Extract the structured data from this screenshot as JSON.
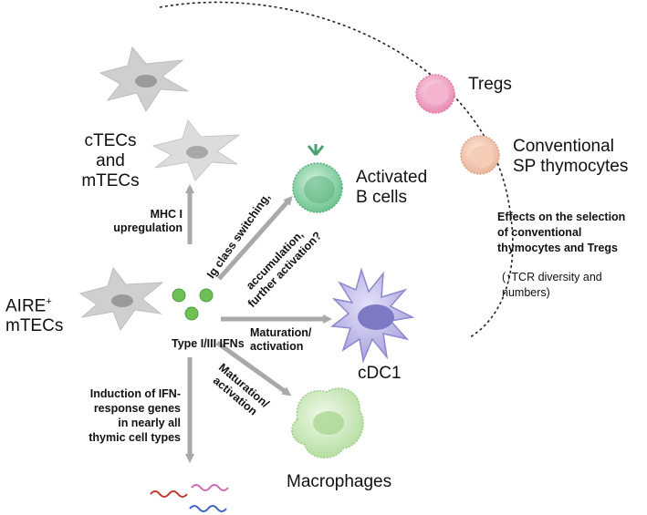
{
  "cells": {
    "tecs_label": [
      "cTECs",
      "and",
      "mTECs"
    ],
    "aire_label": "AIRE",
    "aire_sup": "+",
    "aire_label2": "mTECs",
    "tregs_label": "Tregs",
    "conv_label": [
      "Conventional",
      "SP thymocytes"
    ],
    "bcell_label": [
      "Activated",
      "B cells"
    ],
    "cdc1_label": "cDC1",
    "macro_label": "Macrophages"
  },
  "arrows": {
    "mhc_label": [
      "MHC I",
      "upregulation"
    ],
    "ifn_label": "Type I/III IFNs",
    "ig_label": "Ig class switching,",
    "accum_label": [
      "accumulation,",
      "further activation?"
    ],
    "cdc_label": [
      "Maturation/",
      "activation"
    ],
    "macro_arrow_label": [
      "Maturation/",
      "activation"
    ],
    "ifn_response_label": [
      "Induction of IFN-",
      "response genes",
      "in nearly all",
      "thymic cell types"
    ]
  },
  "effects": {
    "title": [
      "Effects on the selection",
      "of conventional",
      "thymocytes and Tregs"
    ],
    "note": [
      "(↑TCR diversity and",
      "numbers)"
    ]
  },
  "colors": {
    "tec_gray": "#cfcfcf",
    "ifn_green": "#6fbf57",
    "treg_pink": "#ee9bbd",
    "conv_peach": "#f3c6ad",
    "bcell_green": "#7ccf9a",
    "cdc1_purple": "#b6b2e6",
    "macro_green": "#c8e8b8",
    "arrow_gray": "#a9a9a9"
  }
}
